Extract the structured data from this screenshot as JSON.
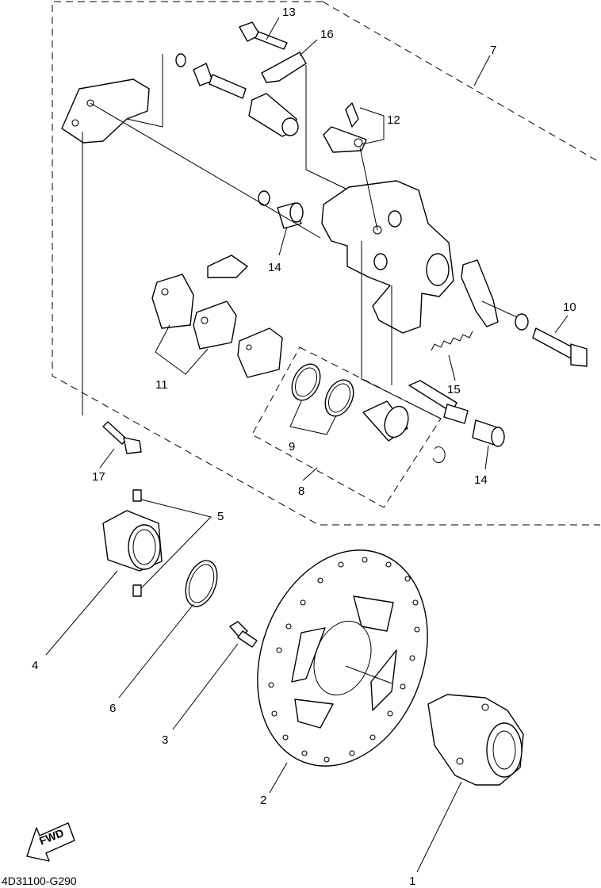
{
  "diagram": {
    "code": "4D31100-G290",
    "fwd_text": "FWD",
    "callouts": {
      "c1": "1",
      "c2": "2",
      "c3": "3",
      "c4": "4",
      "c5": "5",
      "c6": "6",
      "c7": "7",
      "c8": "8",
      "c9": "9",
      "c10": "10",
      "c11": "11",
      "c12": "12",
      "c13": "13",
      "c14a": "14",
      "c14b": "14",
      "c15": "15",
      "c16": "16",
      "c17": "17"
    }
  }
}
